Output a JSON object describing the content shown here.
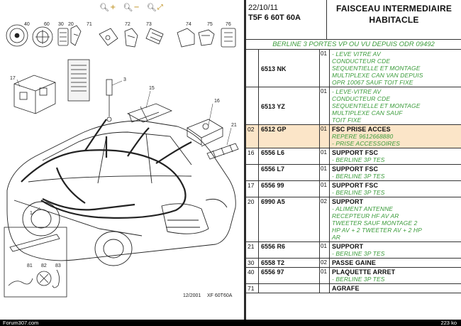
{
  "toolbar": {
    "zoom_in_icon": "zoom-in",
    "zoom_out_icon": "zoom-out",
    "fit_icon": "zoom-fit"
  },
  "diagram": {
    "callouts": [
      "40",
      "60",
      "30",
      "20",
      "71",
      "72",
      "73",
      "74",
      "75",
      "76",
      "17",
      "3",
      "15",
      "16",
      "21",
      "1",
      "81",
      "82",
      "83"
    ],
    "footer_date": "12/2001",
    "footer_ref": "XF 60T60A"
  },
  "header": {
    "date": "22/10/11",
    "code": "T5F 6 60T 60A",
    "title_line1": "FAISCEAU INTERMEDIAIRE",
    "title_line2": "HABITACLE"
  },
  "subtitle": "BERLINE 3 PORTES VP OU VU DEPUIS ODR 09492",
  "rows": [
    {
      "idx": "",
      "ref": "6513 NK",
      "qty": "01",
      "lines": [
        "- LEVE VITRE AV",
        "CONDUCTEUR CDE",
        "SEQUENTIELLE ET MONTAGE",
        "MULTIPLEXE CAN VAN DEPUIS",
        "OPR 10067 SAUF TOIT FIXE"
      ],
      "title": "",
      "highlight": false
    },
    {
      "idx": "",
      "ref": "6513 YZ",
      "qty": "01",
      "lines": [
        "- LEVE-VITRE AV",
        "CONDUCTEUR CDE",
        "SEQUENTIELLE ET MONTAGE",
        "MULTIPLEXE CAN SAUF",
        "TOIT FIXE"
      ],
      "title": "",
      "highlight": false
    },
    {
      "idx": "02",
      "ref": "6512 GP",
      "qty": "01",
      "title": "FSC PRISE ACCES",
      "lines": [
        "REPERE 9612668880",
        "- PRISE ACCESSOIRES"
      ],
      "highlight": true
    },
    {
      "idx": "16",
      "ref": "6556 L6",
      "qty": "01",
      "title": "SUPPORT FSC",
      "lines": [
        "- BERLINE 3P TES"
      ],
      "highlight": false
    },
    {
      "idx": "",
      "ref": "6556 L7",
      "qty": "01",
      "title": "SUPPORT FSC",
      "lines": [
        "- BERLINE 3P TES"
      ],
      "highlight": false
    },
    {
      "idx": "17",
      "ref": "6556 99",
      "qty": "01",
      "title": "SUPPORT FSC",
      "lines": [
        "- BERLINE 3P TES"
      ],
      "highlight": false
    },
    {
      "idx": "20",
      "ref": "6990 A5",
      "qty": "02",
      "title": "SUPPORT",
      "lines": [
        "- ALIMENT ANTENNE",
        "RECEPTEUR HF AV AR",
        "TWEETER SAUF MONTAGE 2",
        "HP AV + 2 TWEETER AV + 2 HP",
        "AR"
      ],
      "highlight": false
    },
    {
      "idx": "21",
      "ref": "6556 R6",
      "qty": "01",
      "title": "SUPPORT",
      "lines": [
        "- BERLINE 3P TES"
      ],
      "highlight": false
    },
    {
      "idx": "30",
      "ref": "6558 T2",
      "qty": "02",
      "title": "PASSE GAINE",
      "lines": [],
      "highlight": false
    },
    {
      "idx": "40",
      "ref": "6556 97",
      "qty": "01",
      "title": "PLAQUETTE ARRET",
      "lines": [
        "- BERLINE 3P TES"
      ],
      "highlight": false
    },
    {
      "idx": "71",
      "ref": "",
      "qty": "",
      "title": "AGRAFE",
      "lines": [],
      "highlight": false
    }
  ],
  "status": {
    "left": "Forum307.com",
    "right": "223 ko"
  }
}
